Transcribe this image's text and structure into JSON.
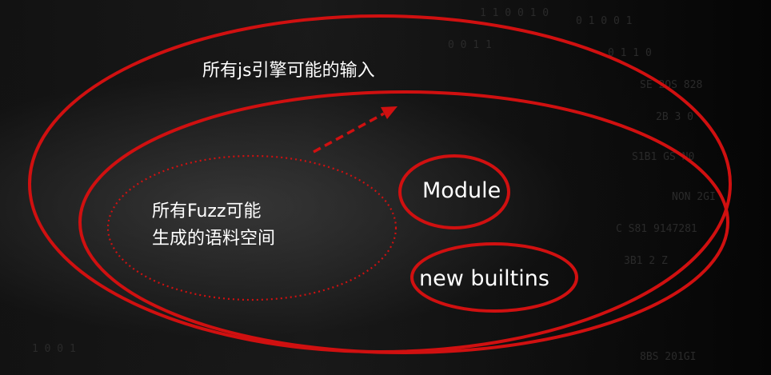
{
  "diagram": {
    "outer_label": "所有js引擎可能的输入",
    "fuzz_label_line1": "所有Fuzz可能",
    "fuzz_label_line2": "生成的语料空间",
    "module_label": "Module",
    "builtins_label": "new builtins"
  },
  "colors": {
    "ellipse_red": "#d01010",
    "text": "#ffffff",
    "background": "#111111"
  }
}
